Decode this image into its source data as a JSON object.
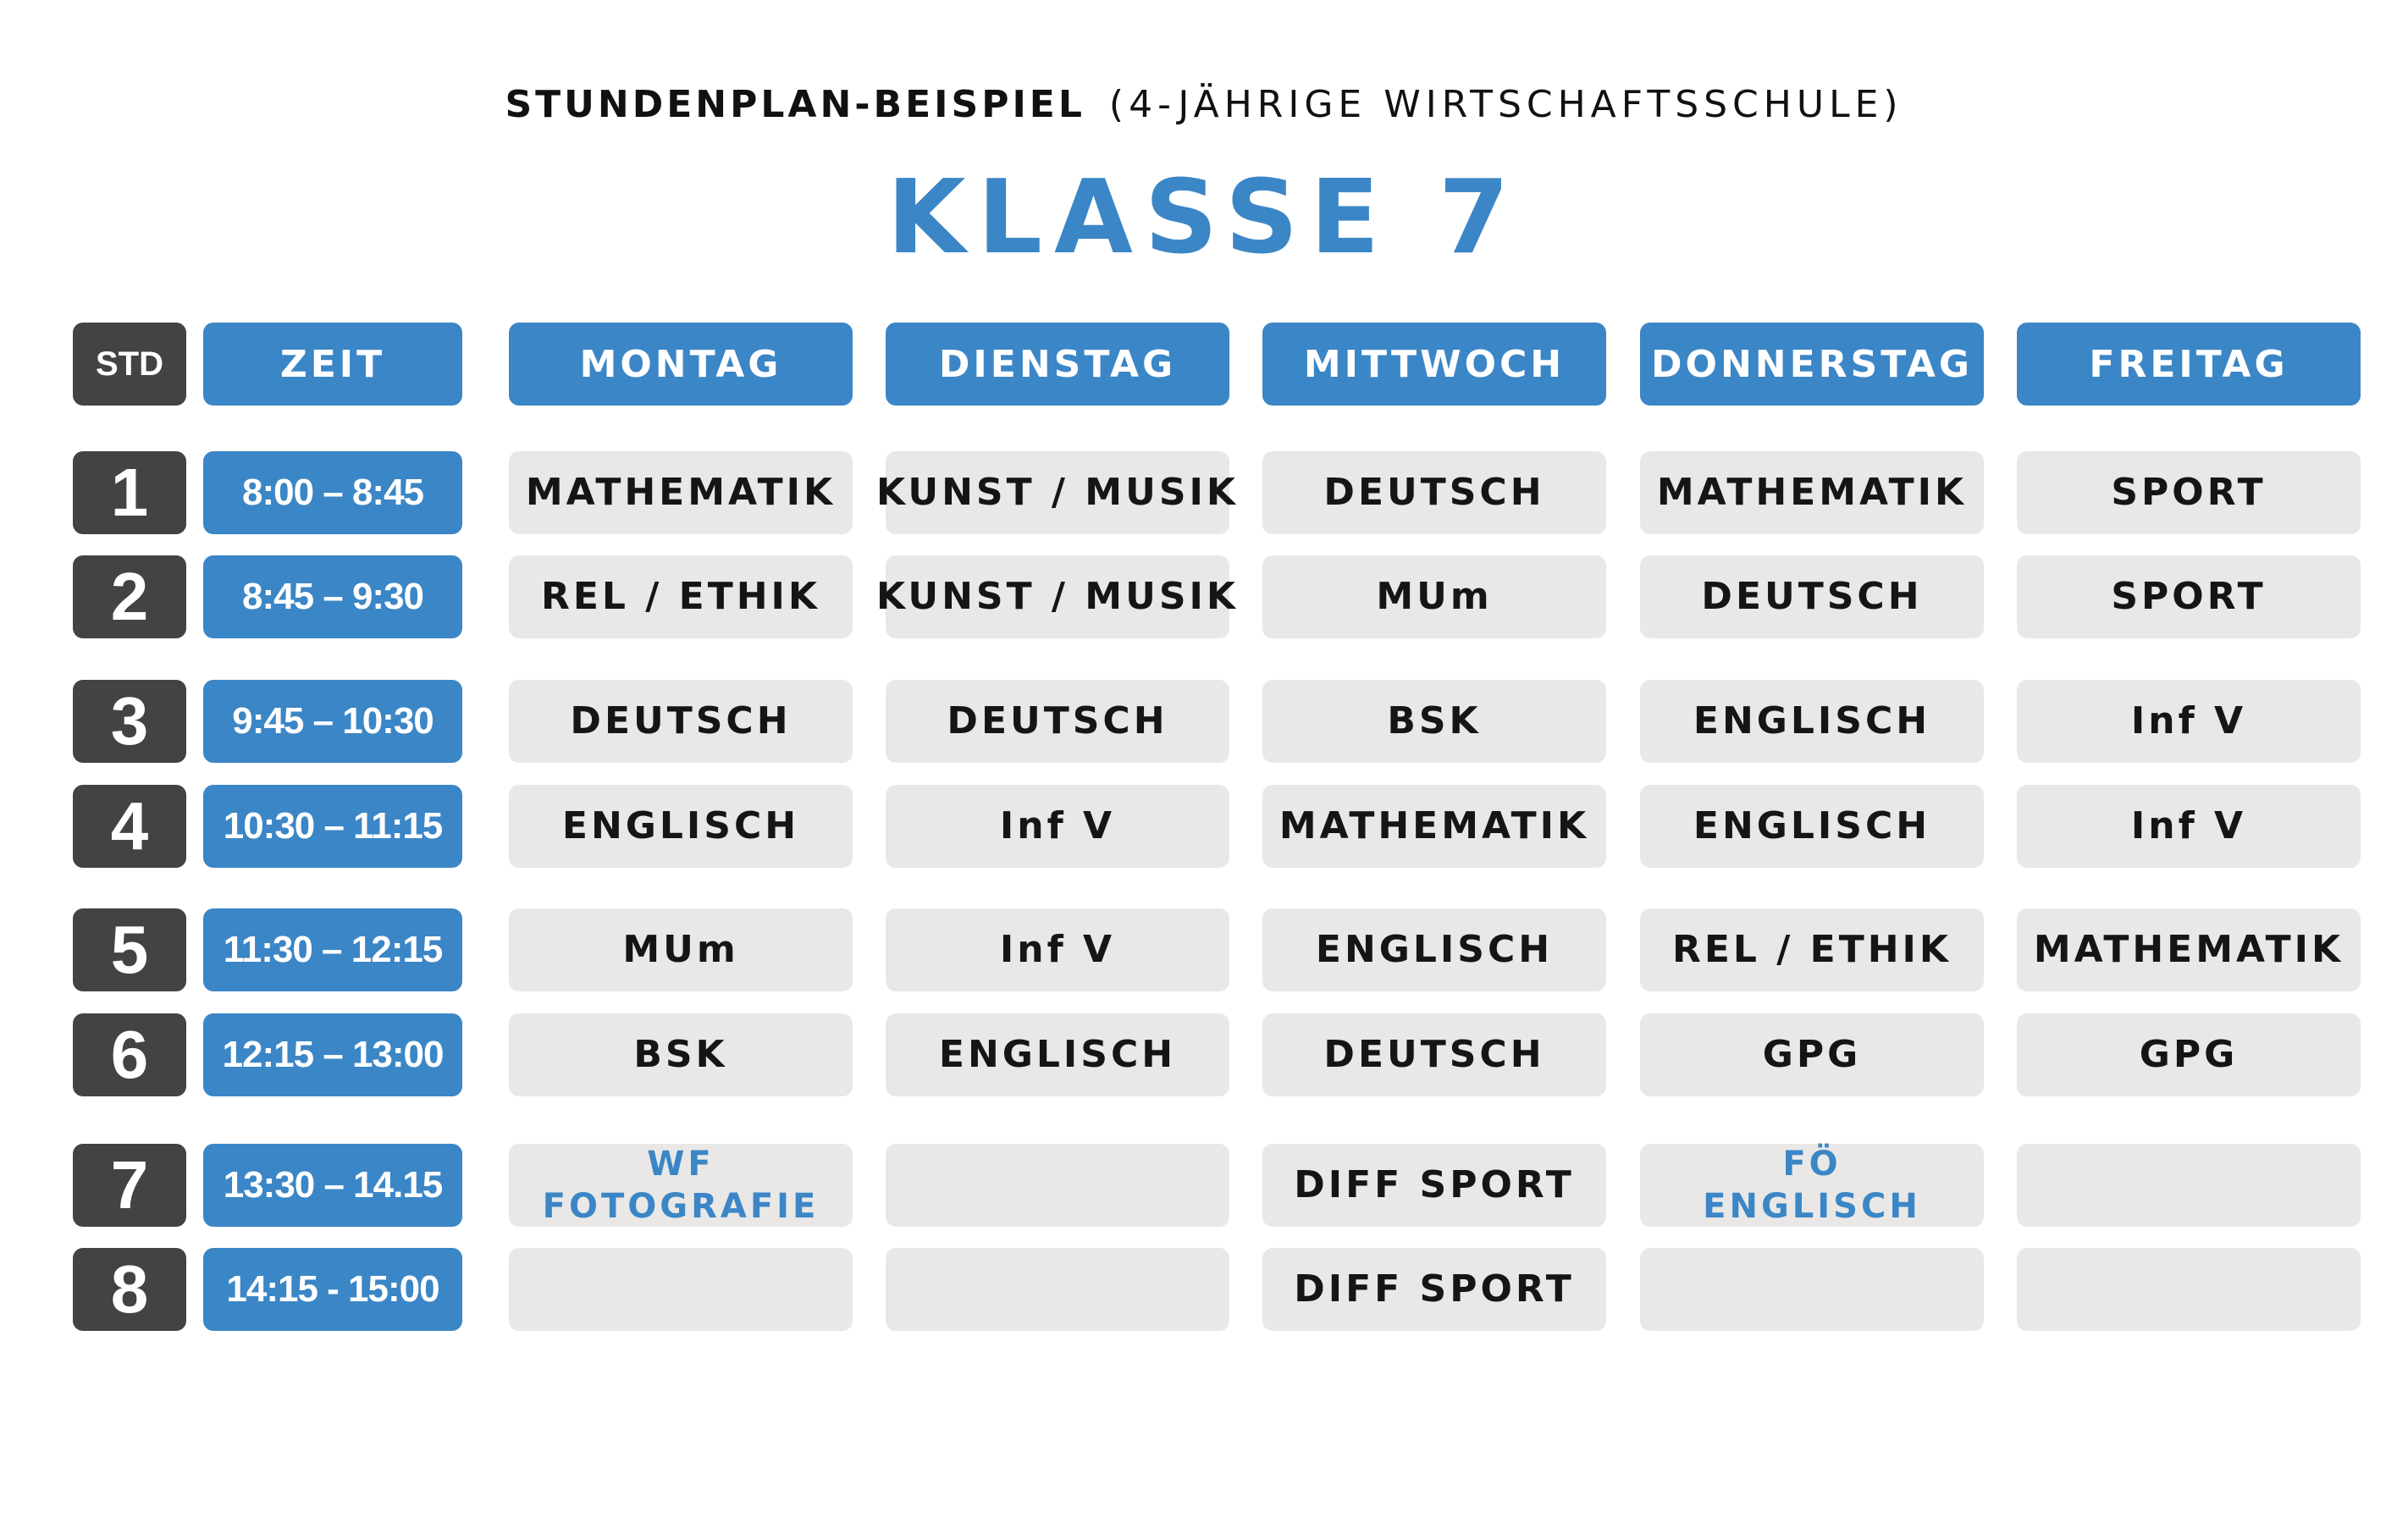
{
  "header": {
    "subtitle_bold": "STUNDENPLAN-BEISPIEL",
    "subtitle_rest": "(4-JÄHRIGE WIRTSCHAFTSSCHULE)",
    "title": "KLASSE 7"
  },
  "columns": {
    "std": "STD",
    "zeit": "ZEIT",
    "days": [
      "MONTAG",
      "DIENSTAG",
      "MITTWOCH",
      "DONNERSTAG",
      "FREITAG"
    ]
  },
  "rows": [
    {
      "std": "1",
      "time": "8:00 – 8:45",
      "subjects": [
        "MATHEMATIK",
        "KUNST / MUSIK",
        "DEUTSCH",
        "MATHEMATIK",
        "SPORT"
      ]
    },
    {
      "std": "2",
      "time": "8:45 – 9:30",
      "subjects": [
        "REL / ETHIK",
        "KUNST / MUSIK",
        "MUm",
        "DEUTSCH",
        "SPORT"
      ]
    },
    {
      "std": "3",
      "time": "9:45 – 10:30",
      "subjects": [
        "DEUTSCH",
        "DEUTSCH",
        "BSK",
        "ENGLISCH",
        "Inf V"
      ]
    },
    {
      "std": "4",
      "time": "10:30 – 11:15",
      "subjects": [
        "ENGLISCH",
        "Inf V",
        "MATHEMATIK",
        "ENGLISCH",
        "Inf V"
      ]
    },
    {
      "std": "5",
      "time": "11:30 – 12:15",
      "subjects": [
        "MUm",
        "Inf V",
        "ENGLISCH",
        "REL / ETHIK",
        "MATHEMATIK"
      ]
    },
    {
      "std": "6",
      "time": "12:15 – 13:00",
      "subjects": [
        "BSK",
        "ENGLISCH",
        "DEUTSCH",
        "GPG",
        "GPG"
      ]
    },
    {
      "std": "7",
      "time": "13:30 – 14.15",
      "subjects": [
        "WF|FOTOGRAFIE",
        "",
        "DIFF SPORT",
        "FÖ|ENGLISCH",
        ""
      ]
    },
    {
      "std": "8",
      "time": "14:15 - 15:00",
      "subjects": [
        "",
        "",
        "DIFF SPORT",
        "",
        ""
      ]
    }
  ],
  "colors": {
    "accent_blue": "#3b86c6",
    "dark_gray": "#434343",
    "cell_gray": "#e9e8e6",
    "text_dark": "#151515"
  }
}
